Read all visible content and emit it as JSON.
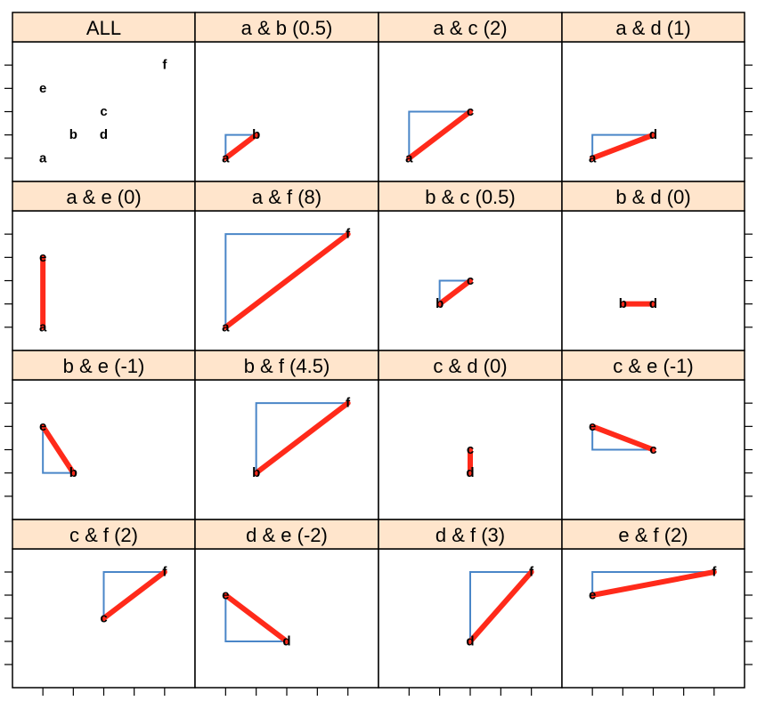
{
  "chart_data": {
    "type": "scatter",
    "title": "",
    "xlim": [
      0,
      6
    ],
    "ylim": [
      0,
      6
    ],
    "xticks": [
      1,
      2,
      3,
      4,
      5
    ],
    "yticks": [
      1,
      2,
      3,
      4,
      5
    ],
    "points": {
      "a": [
        1,
        1
      ],
      "b": [
        2,
        2
      ],
      "c": [
        3,
        3
      ],
      "d": [
        3,
        2
      ],
      "e": [
        1,
        4
      ],
      "f": [
        5,
        5
      ]
    },
    "colors": {
      "strip": "#FFE5CC",
      "path": "#4A86C8",
      "segment": "#FF2A1A"
    },
    "panels": [
      {
        "label": "ALL",
        "pair": null
      },
      {
        "label": "a & b  (0.5)",
        "pair": [
          "a",
          "b"
        ]
      },
      {
        "label": "a & c  (2)",
        "pair": [
          "a",
          "c"
        ]
      },
      {
        "label": "a & d  (1)",
        "pair": [
          "a",
          "d"
        ]
      },
      {
        "label": "a & e  (0)",
        "pair": [
          "a",
          "e"
        ]
      },
      {
        "label": "a & f  (8)",
        "pair": [
          "a",
          "f"
        ]
      },
      {
        "label": "b & c  (0.5)",
        "pair": [
          "b",
          "c"
        ]
      },
      {
        "label": "b & d  (0)",
        "pair": [
          "b",
          "d"
        ]
      },
      {
        "label": "b & e  (-1)",
        "pair": [
          "b",
          "e"
        ]
      },
      {
        "label": "b & f  (4.5)",
        "pair": [
          "b",
          "f"
        ]
      },
      {
        "label": "c & d  (0)",
        "pair": [
          "c",
          "d"
        ]
      },
      {
        "label": "c & e  (-1)",
        "pair": [
          "c",
          "e"
        ]
      },
      {
        "label": "c & f  (2)",
        "pair": [
          "c",
          "f"
        ]
      },
      {
        "label": "d & e  (-2)",
        "pair": [
          "d",
          "e"
        ]
      },
      {
        "label": "d & f  (3)",
        "pair": [
          "d",
          "f"
        ]
      },
      {
        "label": "e & f  (2)",
        "pair": [
          "e",
          "f"
        ]
      }
    ]
  }
}
